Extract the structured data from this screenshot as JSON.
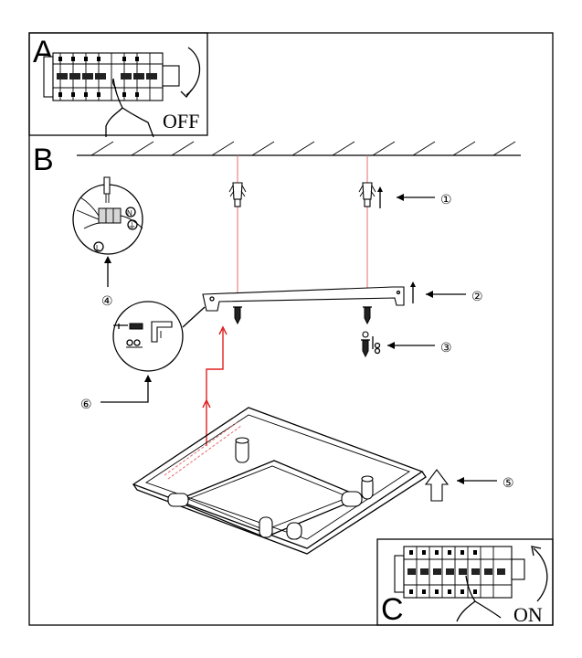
{
  "panels": {
    "a": {
      "letter": "A",
      "switch_label": "OFF"
    },
    "b": {
      "letter": "B"
    },
    "c": {
      "letter": "C",
      "switch_label": "ON"
    }
  },
  "callouts": {
    "dowel": "①",
    "mounting_bar": "②",
    "screw": "③",
    "terminal_block": "④",
    "lamp_body": "⑤",
    "bar_detail": "⑥"
  },
  "terminal_marks": {
    "neutral": "N",
    "earth": "⏚",
    "live": "L"
  },
  "colors": {
    "wire": "#e02020",
    "line": "#000000"
  }
}
